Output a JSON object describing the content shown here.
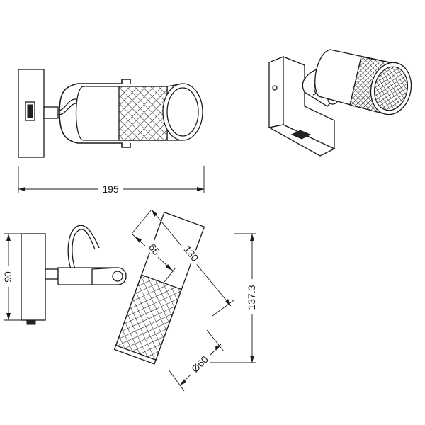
{
  "dimensions": {
    "total_length": "195",
    "height": "90",
    "head_length": "130",
    "mesh_offset": "65",
    "total_depth": "137.3",
    "diameter": "Ø60"
  }
}
